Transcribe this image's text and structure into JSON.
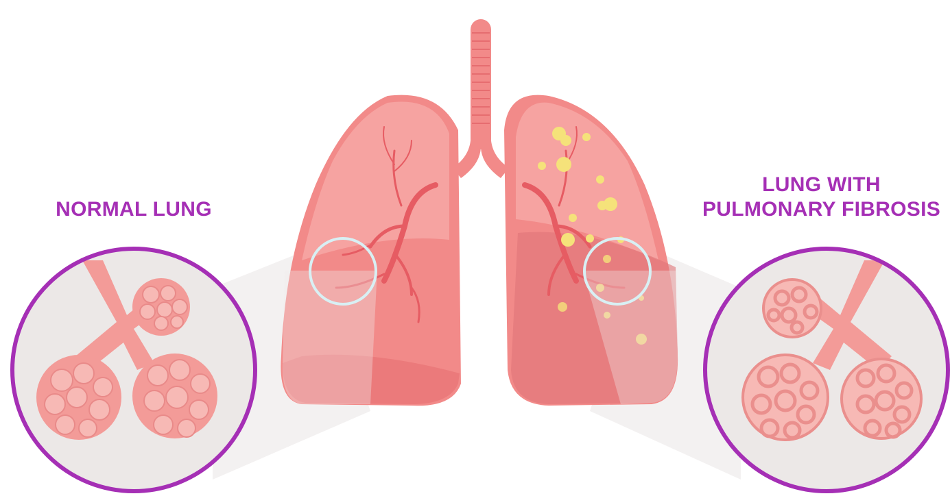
{
  "labels": {
    "normal": "NORMAL LUNG",
    "fibrosis_line1": "LUNG WITH",
    "fibrosis_line2": "PULMONARY FIBROSIS"
  },
  "colors": {
    "label": "#a52fb5",
    "circle_border": "#a52fb5",
    "lung_fill": "#f28a89",
    "lung_light": "#f6a3a1",
    "lung_dark": "#e66d70",
    "trachea": "#f28a89",
    "vessel": "#e65c63",
    "fibrosis_deposit": "#f5e27a",
    "magnifier_ring": "#d8f0f4",
    "panel_bg": "#ece8e7"
  },
  "icons": {
    "normal_alveoli": "alveoli-cluster-healthy",
    "fibrotic_alveoli": "alveoli-cluster-scarred"
  }
}
